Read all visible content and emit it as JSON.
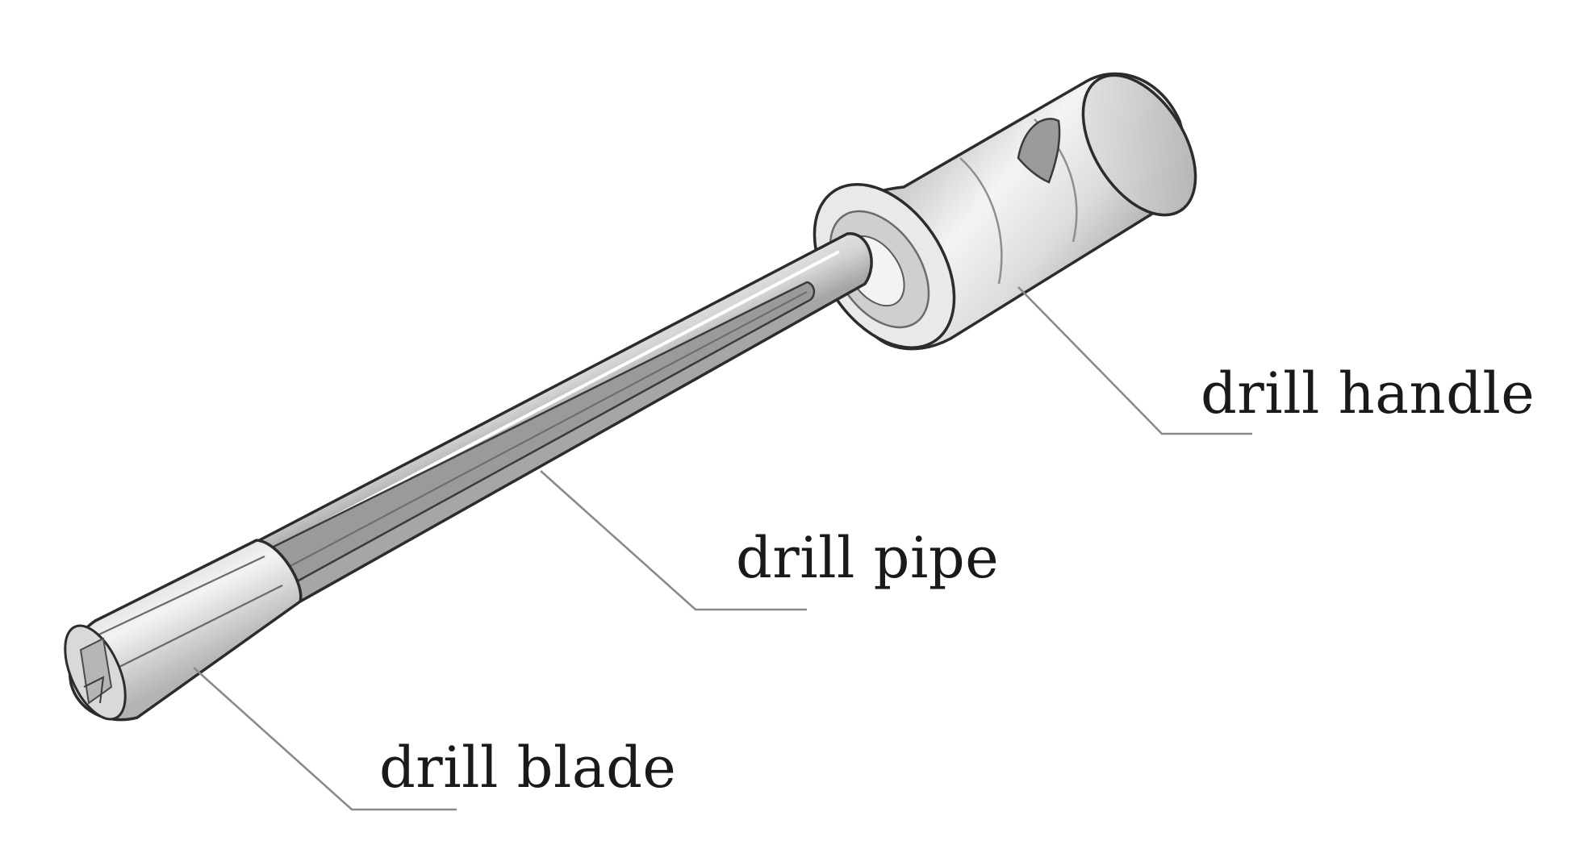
{
  "labels": {
    "handle": "drill handle",
    "pipe": "drill pipe",
    "blade": "drill blade"
  },
  "colors": {
    "line": "#2c2c2c",
    "leader": "#8a8a8a",
    "metal_light": "#eeeeee",
    "metal_mid": "#cfcfcf",
    "metal_dark": "#a9a9a9",
    "flute": "#9a9a9a"
  }
}
